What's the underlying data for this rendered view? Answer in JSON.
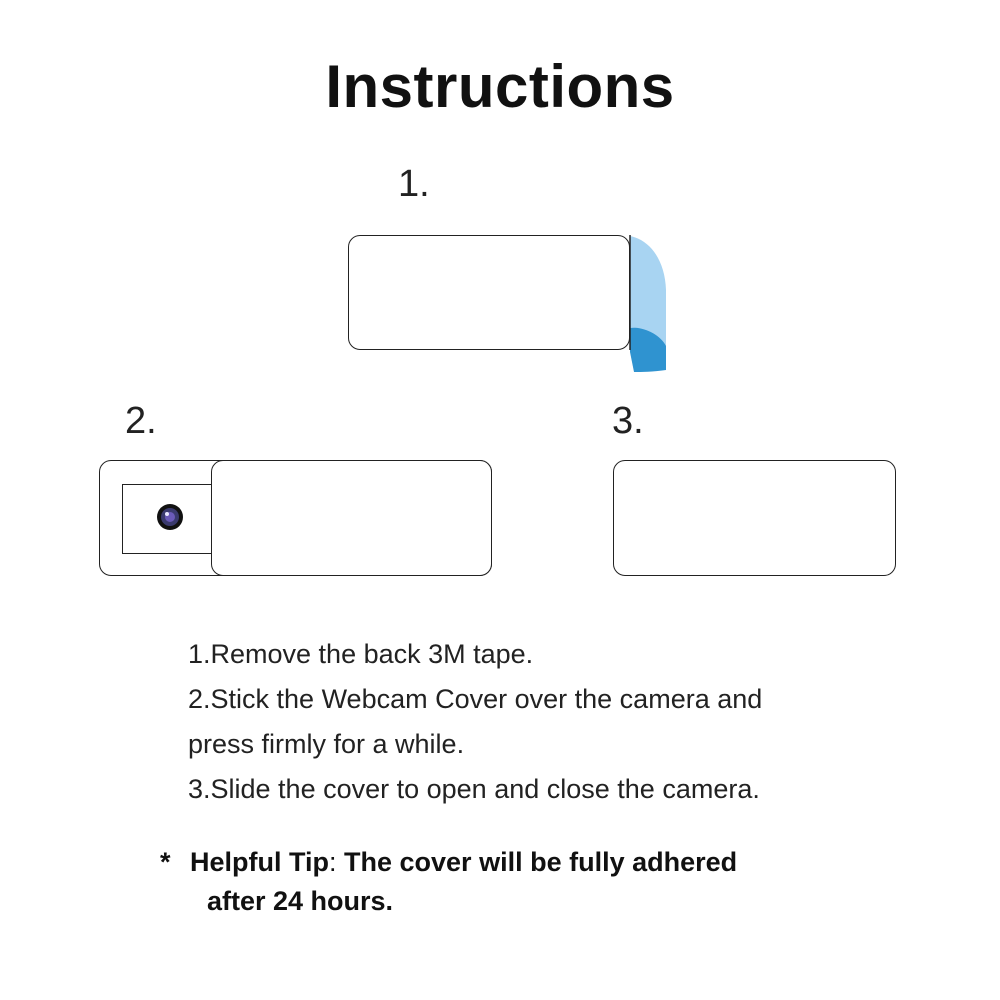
{
  "title": "Instructions",
  "steps": [
    "1.",
    "2.",
    "3."
  ],
  "instructions": [
    "1.Remove the back 3M tape.",
    "2.Stick the Webcam Cover over the camera and",
    "press firmly for a while.",
    "3.Slide the cover to open and close the camera."
  ],
  "tip": {
    "star": "*",
    "label": "Helpful Tip",
    "colon": ": ",
    "text_line1": "The cover will be fully adhered",
    "text_line2": "after 24 hours."
  },
  "colors": {
    "tape_light": "#a8d4f2",
    "tape_dark": "#2f93d0",
    "outline": "#222222",
    "lens": "#3a3a6e"
  },
  "icons": [
    "camera-lens-icon",
    "tape-peel-icon"
  ]
}
